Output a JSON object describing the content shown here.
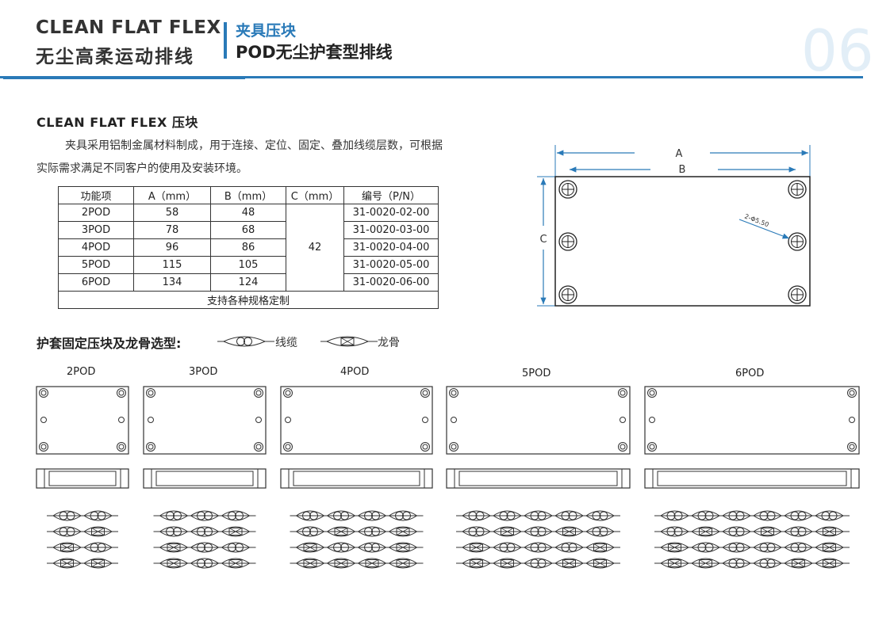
{
  "header": {
    "brand_en": "CLEAN FLAT FLEX",
    "brand_cn": "无尘高柔运动排线",
    "section_title": "夹具压块",
    "section_subtitle": "POD无尘护套型排线",
    "page_number": "06"
  },
  "intro": {
    "heading": "CLEAN FLAT FLEX  压块",
    "paragraph": "夹具采用铝制金属材料制成，用于连接、定位、固定、叠加线缆层数，可根据实际需求满足不同客户的使用及安装环境。"
  },
  "spec_table": {
    "headers": [
      "功能项",
      "A（mm）",
      "B（mm）",
      "C（mm）",
      "编号（P/N）"
    ],
    "rows": [
      {
        "name": "2POD",
        "a": "58",
        "b": "48",
        "pn": "31-0020-02-00"
      },
      {
        "name": "3POD",
        "a": "78",
        "b": "68",
        "pn": "31-0020-03-00"
      },
      {
        "name": "4POD",
        "a": "96",
        "b": "86",
        "pn": "31-0020-04-00"
      },
      {
        "name": "5POD",
        "a": "115",
        "b": "105",
        "pn": "31-0020-05-00"
      },
      {
        "name": "6POD",
        "a": "134",
        "b": "124",
        "pn": "31-0020-06-00"
      }
    ],
    "c_value": "42",
    "footer": "支持各种规格定制"
  },
  "drawing": {
    "label_a": "A",
    "label_b": "B",
    "label_c": "C",
    "hole_note": "2-Φ5.50"
  },
  "selection": {
    "title": "护套固定压块及龙骨选型:",
    "legend_cable": "线缆",
    "legend_keel": "龙骨"
  },
  "pods": [
    {
      "label": "2POD",
      "slots": 2,
      "rows": [
        [
          "c",
          "c"
        ],
        [
          "c",
          "k"
        ],
        [
          "k",
          "c"
        ],
        [
          "k",
          "k"
        ]
      ]
    },
    {
      "label": "3POD",
      "slots": 3,
      "rows": [
        [
          "c",
          "c",
          "c"
        ],
        [
          "c",
          "c",
          "k"
        ],
        [
          "k",
          "c",
          "c"
        ],
        [
          "k",
          "c",
          "k"
        ]
      ]
    },
    {
      "label": "4POD",
      "slots": 4,
      "rows": [
        [
          "c",
          "c",
          "c",
          "c"
        ],
        [
          "c",
          "k",
          "c",
          "k"
        ],
        [
          "k",
          "c",
          "c",
          "k"
        ],
        [
          "k",
          "k",
          "k",
          "k"
        ]
      ]
    },
    {
      "label": "5POD",
      "slots": 5,
      "rows": [
        [
          "c",
          "c",
          "c",
          "c",
          "c"
        ],
        [
          "c",
          "k",
          "c",
          "k",
          "c"
        ],
        [
          "k",
          "c",
          "c",
          "c",
          "k"
        ],
        [
          "k",
          "k",
          "c",
          "k",
          "k"
        ]
      ]
    },
    {
      "label": "6POD",
      "slots": 6,
      "rows": [
        [
          "c",
          "c",
          "c",
          "c",
          "c",
          "c"
        ],
        [
          "c",
          "k",
          "c",
          "k",
          "c",
          "k"
        ],
        [
          "k",
          "c",
          "c",
          "c",
          "c",
          "k"
        ],
        [
          "k",
          "k",
          "c",
          "c",
          "k",
          "k"
        ]
      ]
    }
  ],
  "colors": {
    "accent": "#2a7ab8",
    "line": "#333333"
  }
}
